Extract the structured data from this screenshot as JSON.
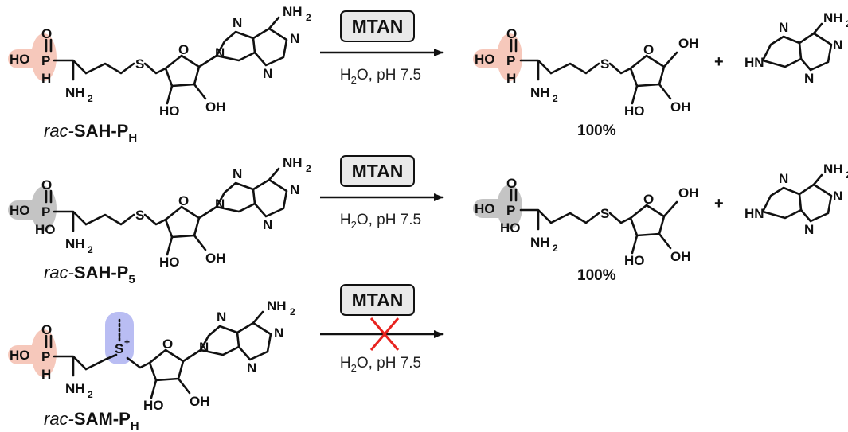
{
  "colors": {
    "phosphinate_highlight": "#f6c8bb",
    "phosphonate_highlight": "#c4c4c4",
    "sulfonium_highlight": "#b9bdf3",
    "blocked_cross": "#e8231f",
    "enzyme_box": "#e9e9e9"
  },
  "atoms": {
    "P": "P",
    "O": "O",
    "H": "H",
    "HO": "HO",
    "HO_right": "OH",
    "S": "S",
    "S_plus": "+",
    "N": "N",
    "NH": "N",
    "NH2_main": "NH",
    "sub2": "2",
    "H_main": "H"
  },
  "reactions": [
    {
      "enzyme": "MTAN",
      "condition_main": "H",
      "condition_sub": "2",
      "condition_tail": "O, pH 7.5",
      "reactant_prefix": "rac-",
      "reactant_bold": "SAH-P",
      "reactant_subscript": "H",
      "yield": "100%",
      "plus": "+"
    },
    {
      "enzyme": "MTAN",
      "condition_main": "H",
      "condition_sub": "2",
      "condition_tail": "O, pH 7.5",
      "reactant_prefix": "rac-",
      "reactant_bold": "SAH-P",
      "reactant_subscript": "5",
      "yield": "100%",
      "plus": "+"
    },
    {
      "enzyme": "MTAN",
      "condition_main": "H",
      "condition_sub": "2",
      "condition_tail": "O, pH 7.5",
      "reactant_prefix": "rac-",
      "reactant_bold": "SAM-P",
      "reactant_subscript": "H",
      "blocked": true
    }
  ]
}
